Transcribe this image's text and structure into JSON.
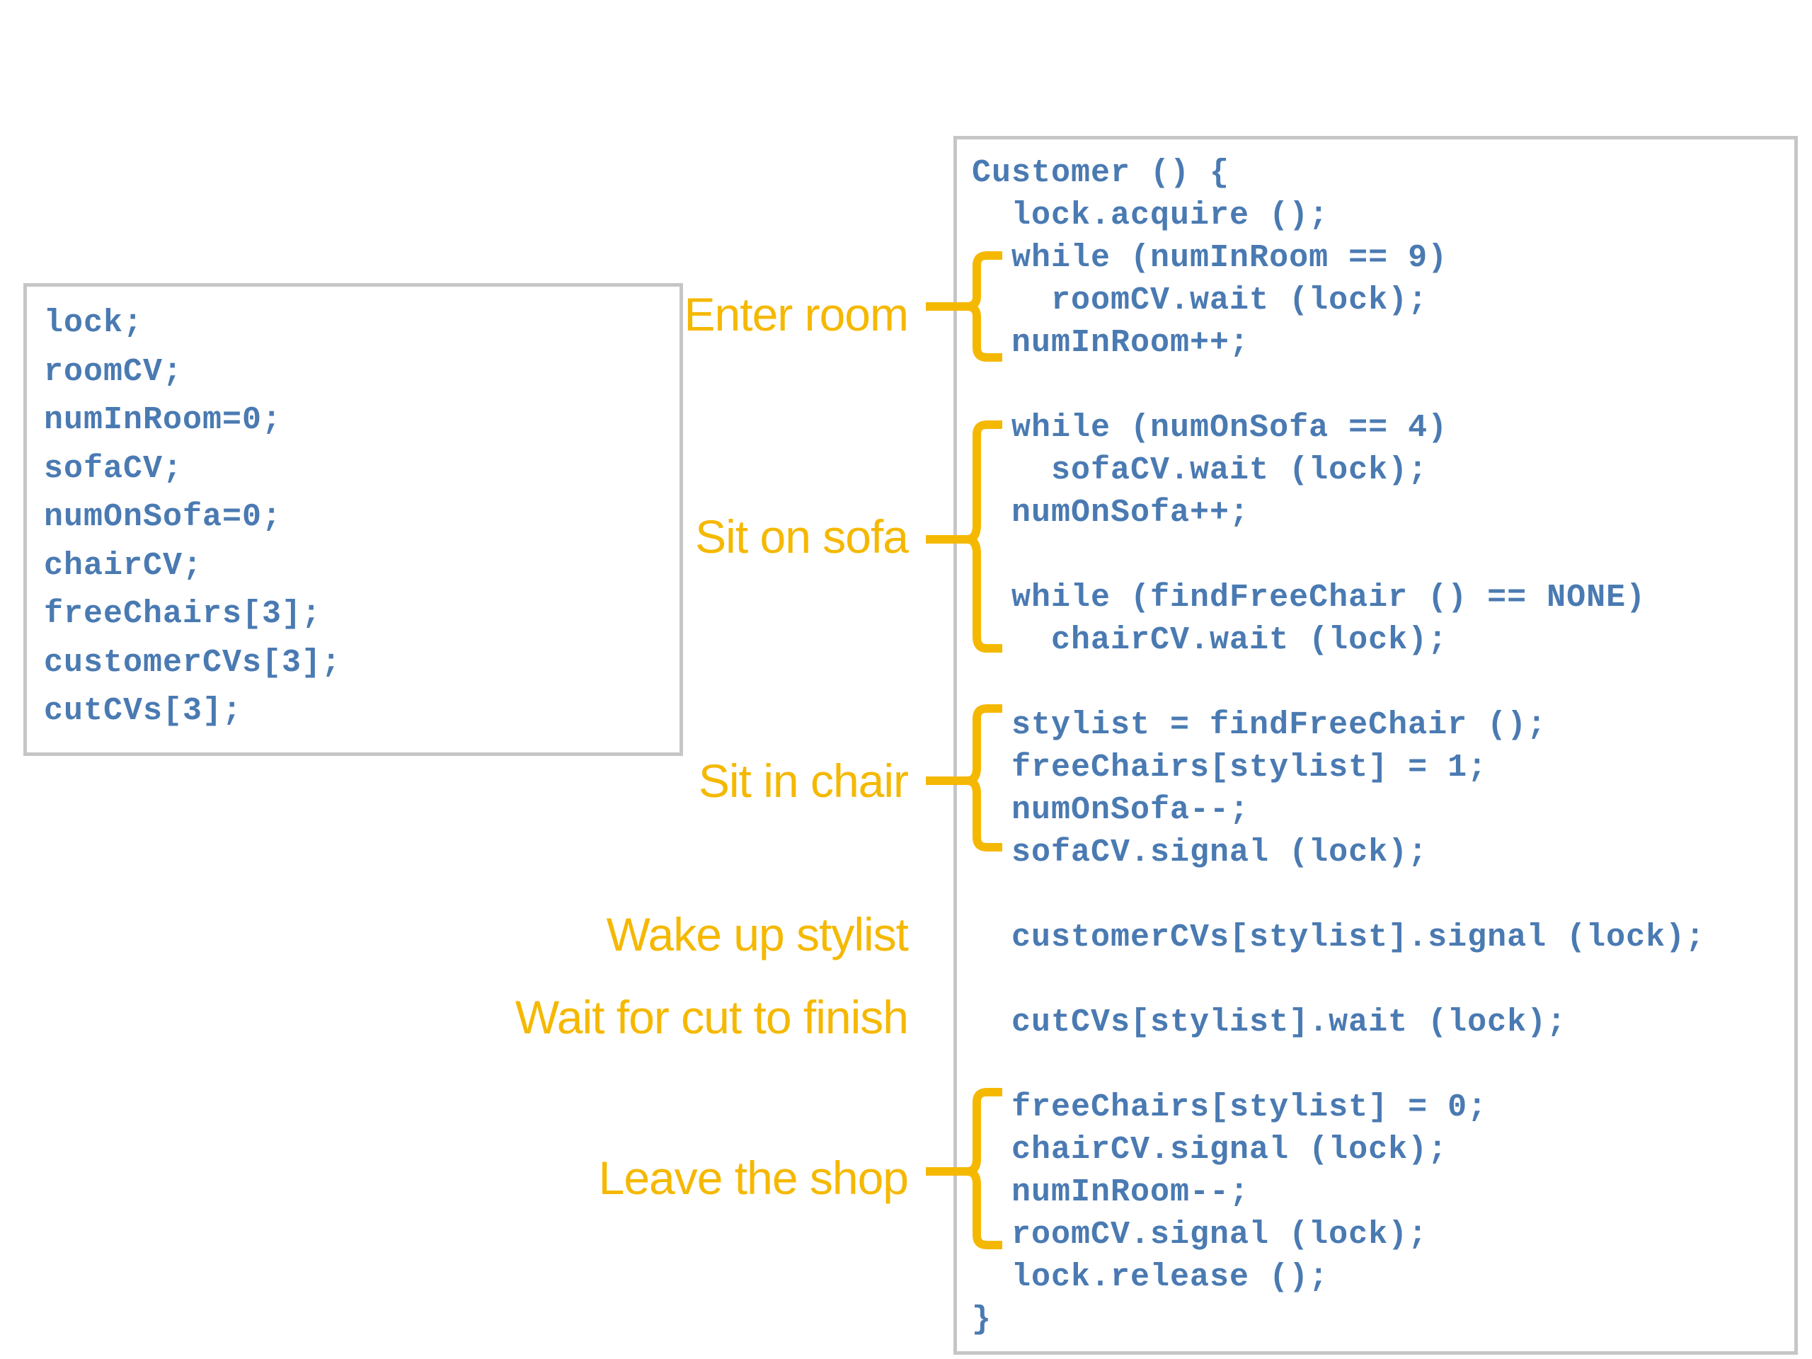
{
  "variables": [
    "lock;",
    "roomCV;",
    "numInRoom=0;",
    "sofaCV;",
    "numOnSofa=0;",
    "chairCV;",
    "freeChairs[3];",
    "customerCVs[3];",
    "cutCVs[3];"
  ],
  "customer_code": [
    "Customer () {",
    "  lock.acquire ();",
    "  while (numInRoom == 9)",
    "    roomCV.wait (lock);",
    "  numInRoom++;",
    "",
    "  while (numOnSofa == 4)",
    "    sofaCV.wait (lock);",
    "  numOnSofa++;",
    "",
    "  while (findFreeChair () == NONE)",
    "    chairCV.wait (lock);",
    "",
    "  stylist = findFreeChair ();",
    "  freeChairs[stylist] = 1;",
    "  numOnSofa--;",
    "  sofaCV.signal (lock);",
    "",
    "  customerCVs[stylist].signal (lock);",
    "",
    "  cutCVs[stylist].wait (lock);",
    "",
    "  freeChairs[stylist] = 0;",
    "  chairCV.signal (lock);",
    "  numInRoom--;",
    "  roomCV.signal (lock);",
    "  lock.release ();",
    "}"
  ],
  "annotations": {
    "enter_room": "Enter room",
    "sit_on_sofa": "Sit on sofa",
    "sit_in_chair": "Sit in chair",
    "wake_up_stylist": "Wake up stylist",
    "wait_for_cut": "Wait for cut to finish",
    "leave_shop": "Leave the shop"
  },
  "colors": {
    "code": "#4a7ab2",
    "annotation": "#f5b800",
    "box_border": "#c6c6c6"
  }
}
